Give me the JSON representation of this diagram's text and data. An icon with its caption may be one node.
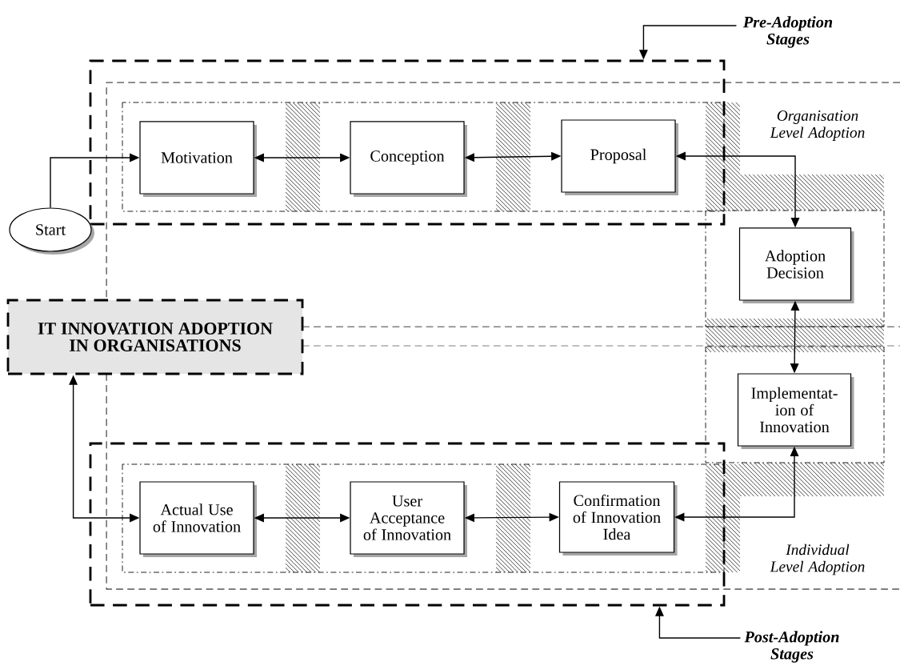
{
  "diagram": {
    "nodes": [
      {
        "text": [
          "Pre-Adoption Stages"
        ]
      },
      {
        "text": [],
        "shape": "box"
      },
      {
        "text": [
          "Motivation"
        ],
        "in": 1
      },
      {
        "text": [
          "Conception"
        ],
        "in": 1
      },
      {
        "text": [
          "Proposal"
        ],
        "in": 1
      },
      {
        "text": [
          "Start"
        ]
      },
      {
        "text": [
          "Adoption Decision"
        ]
      },
      {
        "text": [
          "IT INNOVATION ADOPTION IN ORGANISATIONS"
        ]
      },
      {
        "text": [
          "Implementat- ion of Innovation"
        ]
      },
      {
        "text": [],
        "shape": "box"
      },
      {
        "text": [
          "Actual Use of Innovation"
        ],
        "in": 9
      },
      {
        "text": [
          "User Acceptance of Innovation"
        ],
        "in": 9
      },
      {
        "text": [
          "Confirmation of Innovation Idea"
        ],
        "in": 9
      },
      {
        "text": [
          "Post-Adoption Stages"
        ]
      }
    ],
    "edges": [
      {
        "from": 0,
        "to": 1,
        "arrow": "to"
      },
      {
        "from": 5,
        "to": 2,
        "arrow": "to"
      },
      {
        "from": 2,
        "to": 3,
        "arrow": "both"
      },
      {
        "from": 3,
        "to": 4,
        "arrow": "both"
      },
      {
        "from": 4,
        "to": 6,
        "arrow": "both"
      },
      {
        "from": 6,
        "to": 8,
        "arrow": "both"
      },
      {
        "from": 8,
        "to": 12,
        "arrow": "both"
      },
      {
        "from": 12,
        "to": 11,
        "arrow": "both"
      },
      {
        "from": 11,
        "to": 10,
        "arrow": "both"
      },
      {
        "from": 10,
        "to": 7,
        "arrow": "both"
      },
      {
        "from": 13,
        "to": 9,
        "arrow": "to"
      }
    ],
    "labels": [
      "Organisation Level Adoption",
      "Individual Level Adoption"
    ]
  }
}
